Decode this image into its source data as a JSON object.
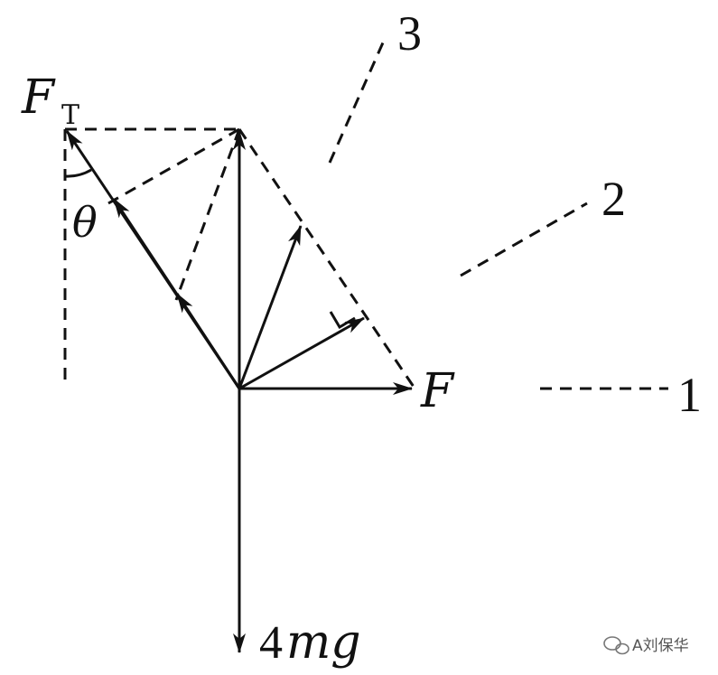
{
  "labels": {
    "ft_main": "F",
    "ft_sub": "T",
    "theta": "θ",
    "f": "F",
    "weight_num": "4",
    "weight_vars": "mg",
    "line1": "1",
    "line2": "2",
    "line3": "3"
  },
  "watermark": {
    "icon": "wechat-icon",
    "text": "A刘保华"
  }
}
